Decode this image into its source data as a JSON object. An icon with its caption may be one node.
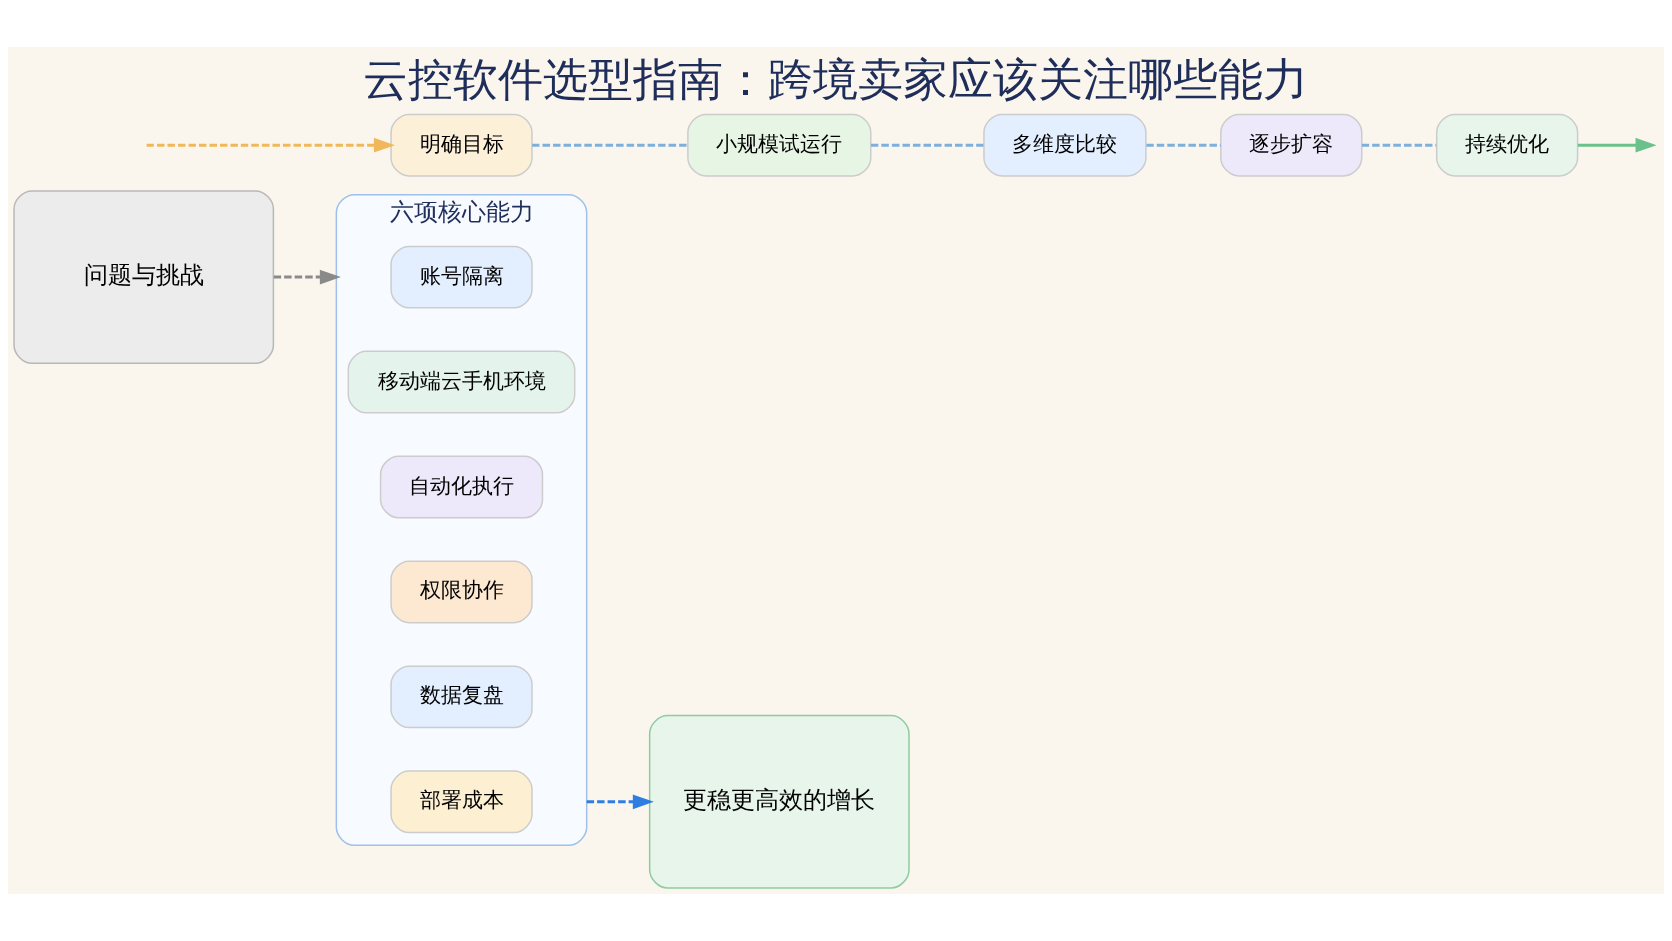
{
  "diagram": {
    "title": "云控软件选型指南：跨境卖家应该关注哪些能力",
    "nodes": [
      {
        "text": [
          "问题与挑战"
        ]
      },
      {
        "text": [
          "六项核心能力"
        ]
      },
      {
        "text": [
          "账号隔离"
        ],
        "in": 1
      },
      {
        "text": [
          "移动端云手机环境"
        ],
        "in": 1
      },
      {
        "text": [
          "自动化执行"
        ],
        "in": 1
      },
      {
        "text": [
          "权限协作"
        ],
        "in": 1
      },
      {
        "text": [
          "数据复盘"
        ],
        "in": 1
      },
      {
        "text": [
          "部署成本"
        ],
        "in": 1
      },
      {
        "text": [
          "更稳更高效的增长"
        ]
      },
      {
        "text": [
          "明确目标"
        ]
      },
      {
        "text": [
          "小规模试运行"
        ]
      },
      {
        "text": [
          "多维度比较"
        ]
      },
      {
        "text": [
          "逐步扩容"
        ]
      },
      {
        "text": [
          "持续优化"
        ]
      }
    ],
    "edges": [
      {
        "from": 0,
        "to": 1,
        "arrow": "to",
        "style": "dashed",
        "color": "#8a8a8a"
      },
      {
        "from": 1,
        "to": 8,
        "arrow": "to",
        "style": "dashed",
        "color": "#2f7de1"
      },
      {
        "from": null,
        "to": 9,
        "arrow": "to",
        "style": "dashed",
        "color": "#f0b85a"
      },
      {
        "from": 9,
        "to": 10,
        "arrow": "none",
        "style": "dashed"
      },
      {
        "from": 10,
        "to": 11,
        "arrow": "none",
        "style": "dashed"
      },
      {
        "from": 11,
        "to": 12,
        "arrow": "none",
        "style": "dashed"
      },
      {
        "from": 12,
        "to": 13,
        "arrow": "none",
        "style": "dashed"
      },
      {
        "from": 13,
        "to": null,
        "arrow": "to",
        "color": "#6cc08b"
      }
    ]
  }
}
